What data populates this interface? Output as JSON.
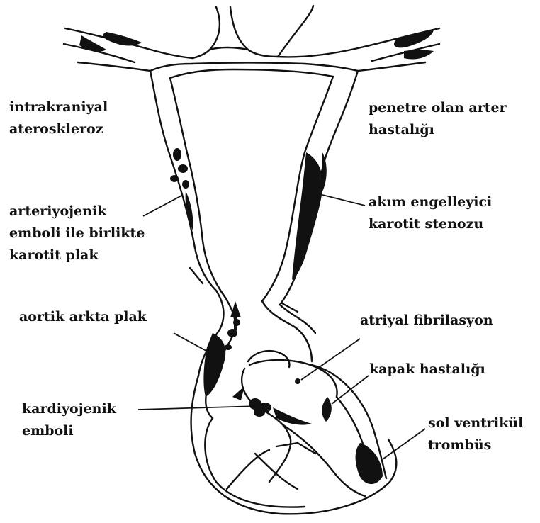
{
  "labels": {
    "intracranial": [
      "intrakraniyal",
      "ateroskleroz"
    ],
    "penetrating": [
      "penetre olan arter",
      "hastalığı"
    ],
    "artery_to_artery": [
      "arteriyojenik",
      "emboli ile birlikte",
      "karotit plak"
    ],
    "flow_limiting": [
      "akım engelleyici",
      "karotit stenozu"
    ],
    "aortic_arch": [
      "aortik arkta plak"
    ],
    "atrial_fib": [
      "atriyal fibrilasyon"
    ],
    "valve": [
      "kapak hastalığı"
    ],
    "cardiogenic": [
      "kardiyojenik",
      "emboli"
    ],
    "lv_thrombus": [
      "sol ventrikül",
      "trombüs"
    ]
  },
  "colors": {
    "ink": "#111111",
    "background": "#ffffff"
  }
}
